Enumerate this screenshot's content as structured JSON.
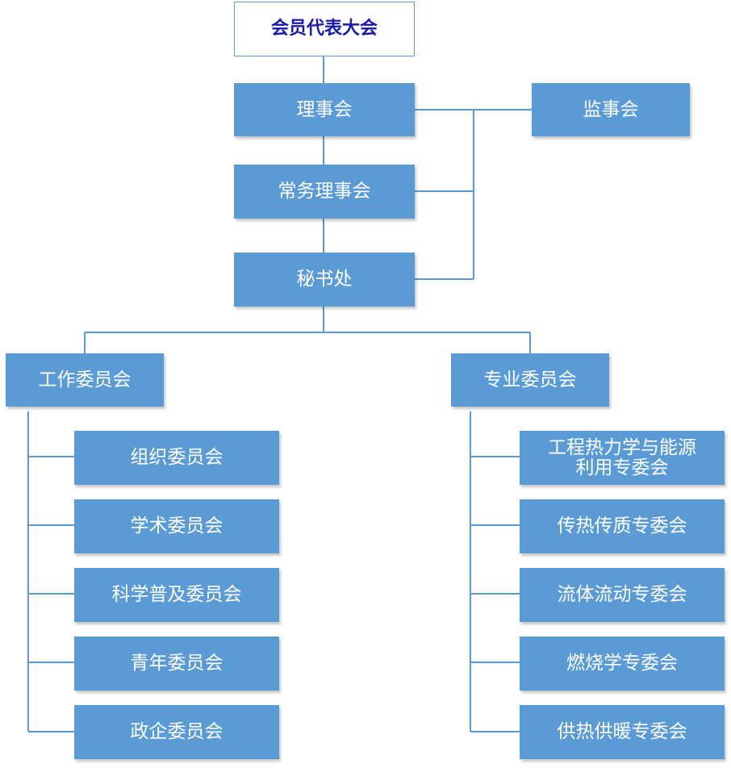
{
  "top": "会员代表大会",
  "council": "理事会",
  "supervisory": "监事会",
  "standing_council": "常务理事会",
  "secretariat": "秘书处",
  "work_committees": {
    "title": "工作委员会",
    "items": [
      "组织委员会",
      "学术委员会",
      "科学普及委员会",
      "青年委员会",
      "政企委员会"
    ]
  },
  "professional_committees": {
    "title": "专业委员会",
    "items": [
      [
        "工程热力学与能源",
        "利用专委会"
      ],
      "传热传质专委会",
      "流体流动专委会",
      "燃烧学专委会",
      "供热供暖专委会"
    ]
  },
  "colors": {
    "box": "#5b9bd5",
    "line": "#5b9bd5",
    "top_text": "#1a1aa6"
  }
}
